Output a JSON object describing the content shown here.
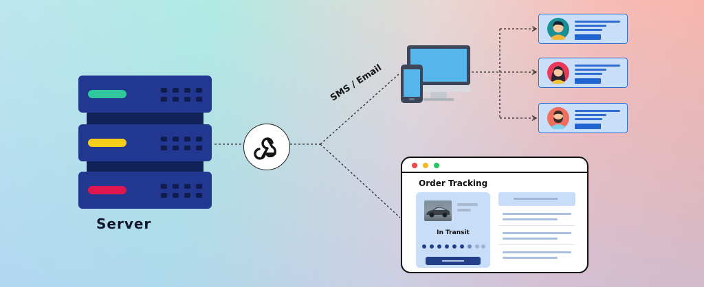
{
  "server": {
    "label": "Server",
    "lights": [
      "#2fc89b",
      "#f4cf1a",
      "#e0174f"
    ]
  },
  "hub": {
    "icon": "webhook-icon"
  },
  "channel": {
    "label": "SMS / Email"
  },
  "devices": {
    "icons": [
      "desktop-monitor-icon",
      "smartphone-icon"
    ]
  },
  "users": [
    {
      "avatar": "woman-short-hair-avatar-icon"
    },
    {
      "avatar": "woman-long-hair-avatar-icon"
    },
    {
      "avatar": "bearded-man-avatar-icon"
    }
  ],
  "order_tracking": {
    "title": "Order Tracking",
    "status": "In Transit",
    "window_dots": [
      "#ef4444",
      "#f5b529",
      "#22c55e"
    ]
  },
  "colors": {
    "server_body": "#22378f",
    "accent_blue": "#2f6ed0",
    "card_bg": "#c9def8"
  }
}
